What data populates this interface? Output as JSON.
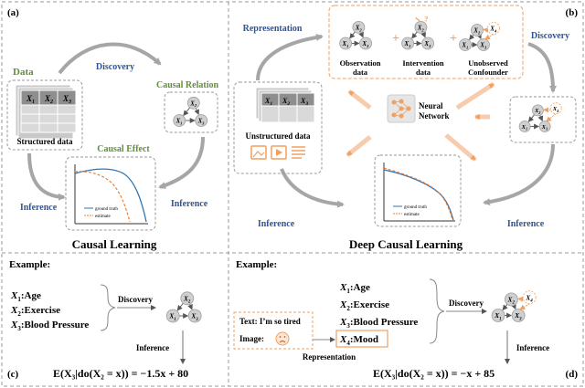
{
  "panel_a": {
    "tag": "(a)",
    "data_label": "Data",
    "table_headers": [
      "X",
      "X",
      "X"
    ],
    "table_subs": [
      "1",
      "2",
      "3"
    ],
    "structured_label": "Structured data",
    "discovery": "Discovery",
    "causal_relation": "Causal Relation",
    "causal_effect": "Causal Effect",
    "inference_left": "Inference",
    "inference_right": "Inference",
    "legend": [
      "ground truth",
      "estimate"
    ],
    "title": "Causal Learning"
  },
  "panel_b": {
    "tag": "(b)",
    "representation": "Representation",
    "discovery": "Discovery",
    "obs_label": [
      "Observation",
      "data"
    ],
    "int_label": [
      "Intervention",
      "data"
    ],
    "unobs_label": [
      "Unobserved",
      "Confounder"
    ],
    "neural": [
      "Neural",
      "Network"
    ],
    "unstructured_label": "Unstructured data",
    "inference_left": "Inference",
    "inference_right": "Inference",
    "legend": [
      "ground truth",
      "estimate"
    ],
    "title": "Deep Causal Learning"
  },
  "panel_c": {
    "tag": "(c)",
    "example": "Example:",
    "vars": [
      {
        "sub": "1",
        "text": ":Age"
      },
      {
        "sub": "2",
        "text": ":Exercise"
      },
      {
        "sub": "3",
        "text": ":Blood Pressure"
      }
    ],
    "discovery": "Discovery",
    "inference": "Inference",
    "equation": "E(X₃|do(X₂ = x)) = −1.5x + 80"
  },
  "panel_d": {
    "tag": "(d)",
    "example": "Example:",
    "vars": [
      {
        "sub": "1",
        "text": ":Age"
      },
      {
        "sub": "2",
        "text": ":Exercise"
      },
      {
        "sub": "3",
        "text": ":Blood Pressure"
      },
      {
        "sub": "4",
        "text": ":Mood"
      }
    ],
    "text_line": "Text: I’m  so tired",
    "image_label": "Image:",
    "representation": "Representation",
    "discovery": "Discovery",
    "inference": "Inference",
    "equation": "E(X₃|do(X₂ = x)) = −x + 85"
  },
  "node": {
    "letter": "X",
    "subs": [
      "1",
      "2",
      "3",
      "4"
    ]
  },
  "colors": {
    "green": "#5f8f3a",
    "blue": "#2f5597",
    "orange": "#f0a060",
    "gray": "#999999",
    "line_blue": "#2e75b6",
    "line_orange": "#ed7d31"
  }
}
